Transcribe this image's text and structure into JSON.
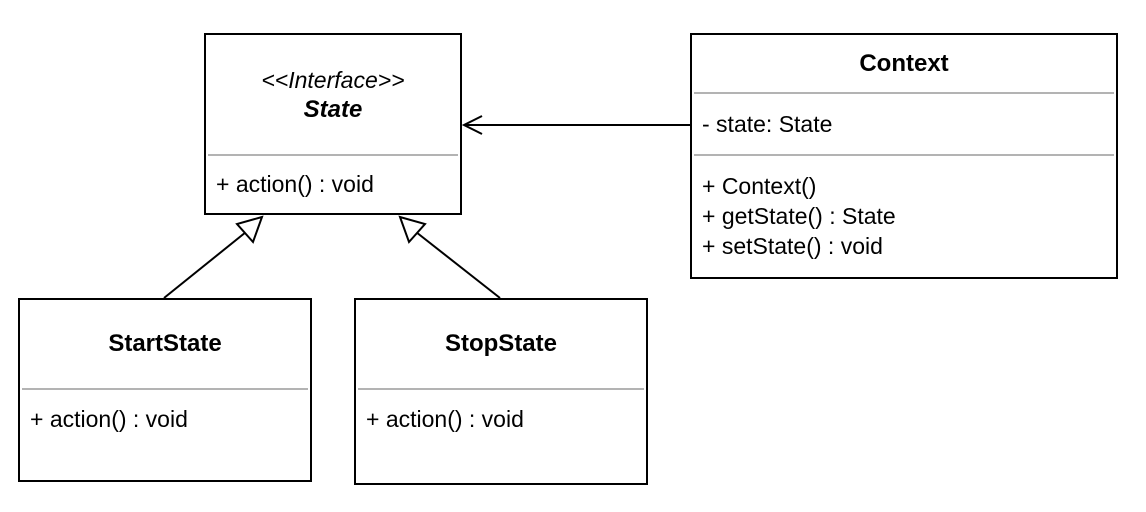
{
  "classes": {
    "state": {
      "stereotype": "<<Interface>>",
      "name": "State",
      "methods": [
        "+ action() : void"
      ]
    },
    "context": {
      "name": "Context",
      "attributes": [
        "- state: State"
      ],
      "methods": [
        "+ Context()",
        "+ getState() : State",
        "+ setState() : void"
      ]
    },
    "start_state": {
      "name": "StartState",
      "methods": [
        "+ action() : void"
      ]
    },
    "stop_state": {
      "name": "StopState",
      "methods": [
        "+ action() : void"
      ]
    }
  },
  "relations": [
    {
      "type": "association",
      "from": "Context",
      "to": "State",
      "arrow": "open"
    },
    {
      "type": "realization",
      "from": "StartState",
      "to": "State",
      "arrow": "hollow-triangle"
    },
    {
      "type": "realization",
      "from": "StopState",
      "to": "State",
      "arrow": "hollow-triangle"
    }
  ],
  "colors": {
    "line": "#000000",
    "divider": "#b3b3b3",
    "background": "#ffffff"
  }
}
